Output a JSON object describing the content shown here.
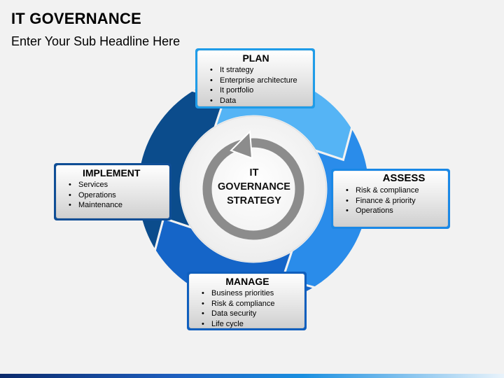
{
  "header": {
    "title": "IT GOVERNANCE",
    "subtitle": "Enter Your Sub Headline Here"
  },
  "center": {
    "line1": "IT",
    "line2": "GOVERNANCE",
    "line3": "STRATEGY"
  },
  "cycle": {
    "plan": {
      "title": "PLAN",
      "items": [
        "It strategy",
        "Enterprise architecture",
        "It portfolio",
        "Data"
      ]
    },
    "assess": {
      "title": "ASSESS",
      "items": [
        "Risk & compliance",
        "Finance & priority",
        "Operations"
      ]
    },
    "manage": {
      "title": "MANAGE",
      "items": [
        "Business priorities",
        "Risk & compliance",
        "Data security",
        "Life cycle"
      ]
    },
    "implement": {
      "title": "IMPLEMENT",
      "items": [
        "Services",
        "Operations",
        "Maintenance"
      ]
    }
  },
  "colors": {
    "background": "#f2f2f2",
    "plan_segment": "#55b4f5",
    "assess_segment": "#2a8cea",
    "manage_segment": "#1565c8",
    "implement_segment": "#0b4c8c",
    "center_arrow": "#8c8c8c"
  }
}
